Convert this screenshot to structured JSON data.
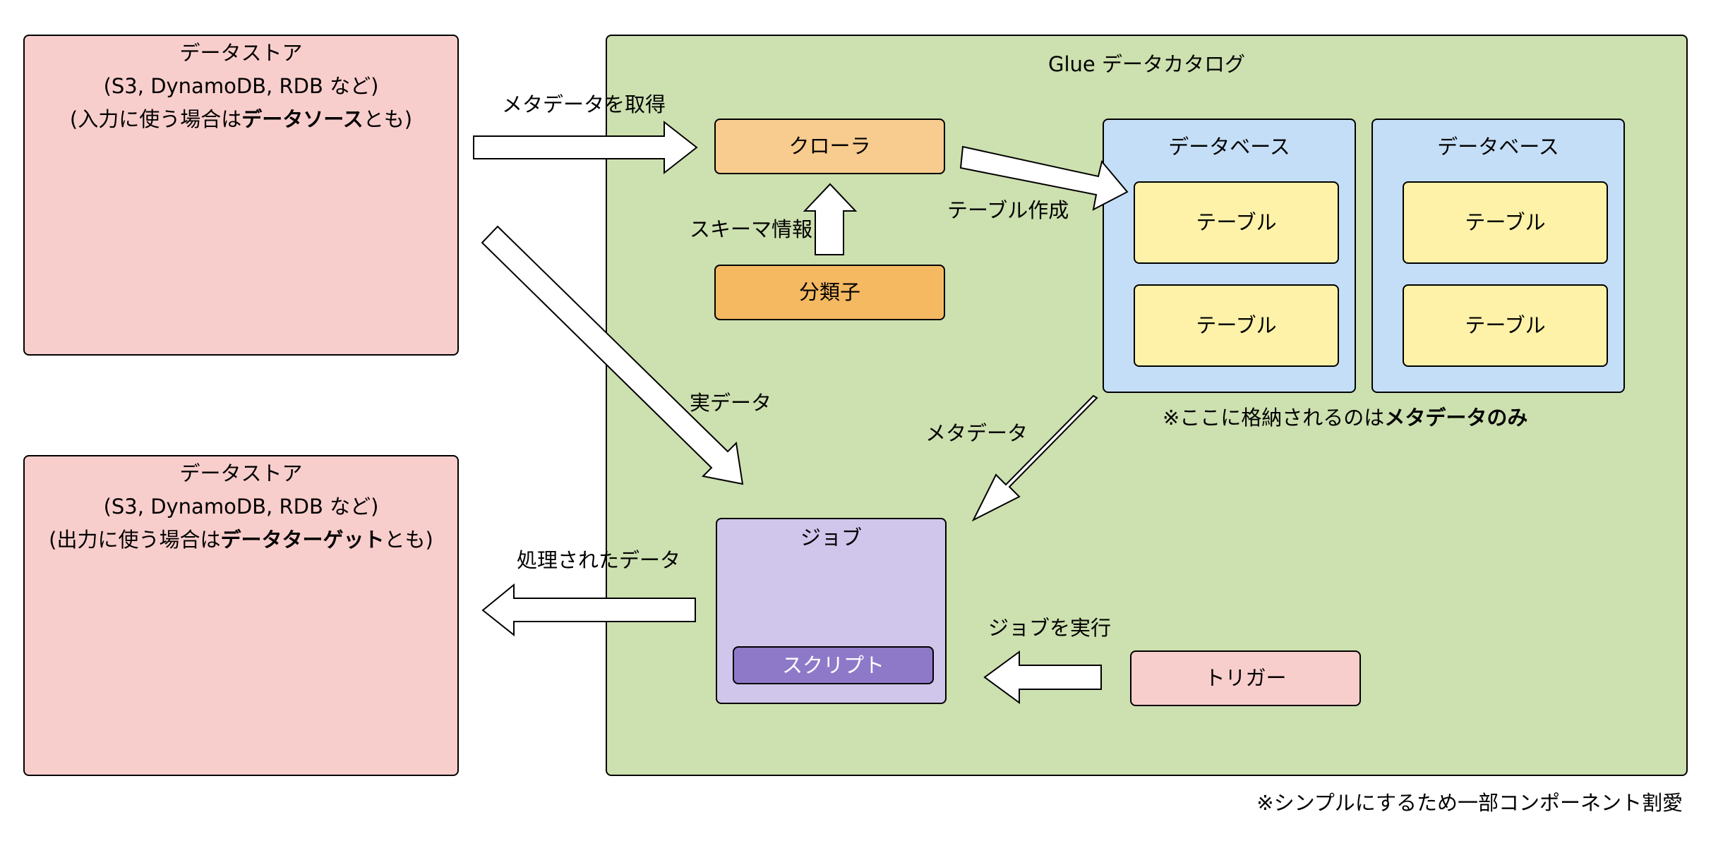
{
  "store_source": {
    "title": "データストア",
    "subtitle": "(S3, DynamoDB, RDB など)",
    "note_prefix": "(入力に使う場合は",
    "note_bold": "データソース",
    "note_suffix": "とも)"
  },
  "store_target": {
    "title": "データストア",
    "subtitle": "(S3, DynamoDB, RDB など)",
    "note_prefix": "(出力に使う場合は",
    "note_bold": "データターゲット",
    "note_suffix": "とも)"
  },
  "catalog": {
    "title": "Glue データカタログ",
    "crawler": "クローラ",
    "classifier": "分類子",
    "databases": [
      {
        "label": "データベース",
        "tables": [
          "テーブル",
          "テーブル"
        ]
      },
      {
        "label": "データベース",
        "tables": [
          "テーブル",
          "テーブル"
        ]
      }
    ],
    "note_prefix": "※ここに格納されるのは",
    "note_bold": "メタデータのみ",
    "job": "ジョブ",
    "script": "スクリプト",
    "trigger": "トリガー"
  },
  "edges": {
    "get_metadata": "メタデータを取得",
    "schema_info": "スキーマ情報",
    "create_table": "テーブル作成",
    "actual_data": "実データ",
    "metadata": "メタデータ",
    "processed_data": "処理されたデータ",
    "run_job": "ジョブを実行"
  },
  "footnote": "※シンプルにするため一部コンポーネント割愛",
  "colors": {
    "store": "#f8cecc",
    "catalog": "#cde0af",
    "database": "#c5def7",
    "table": "#fdf2a8",
    "crawler": "#f8cb8e",
    "classifier": "#f5b962",
    "job": "#d0c5ea",
    "script": "#8e79c9",
    "trigger": "#f8cecc"
  }
}
